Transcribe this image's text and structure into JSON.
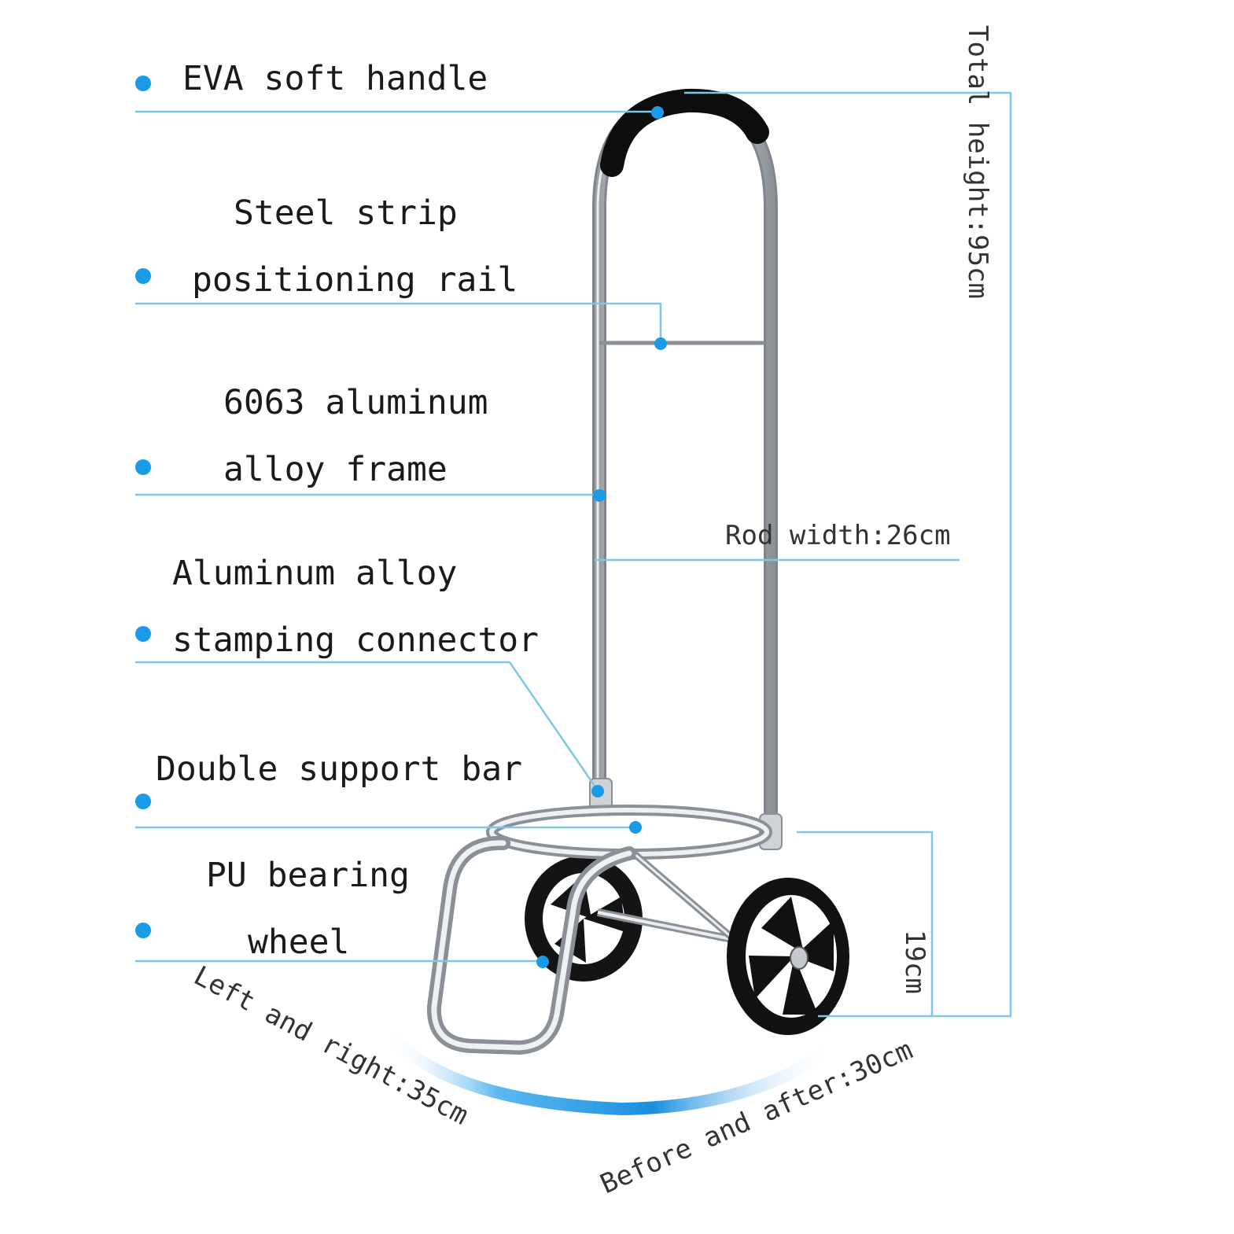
{
  "colors": {
    "accent": "#1a9be8",
    "leader": "#7fc7e6",
    "frame": "#c9cdd2",
    "rubber": "#111111",
    "text": "#1a1a1a"
  },
  "labels": [
    {
      "id": "eva",
      "lines": [
        "EVA soft handle"
      ]
    },
    {
      "id": "steel",
      "lines": [
        "Steel strip",
        "positioning rail"
      ]
    },
    {
      "id": "frame",
      "lines": [
        "6063 aluminum",
        "alloy frame"
      ]
    },
    {
      "id": "connector",
      "lines": [
        "Aluminum alloy",
        "stamping connector"
      ]
    },
    {
      "id": "support",
      "lines": [
        "Double support bar"
      ]
    },
    {
      "id": "wheel",
      "lines": [
        "PU bearing",
        "wheel"
      ]
    }
  ],
  "dimensions": {
    "total_height": "Total height:95cm",
    "rod_width": "Rod width:26cm",
    "wheel_height": "19cm",
    "left_right": "Left and right:35cm",
    "before_after": "Before and after:30cm"
  }
}
